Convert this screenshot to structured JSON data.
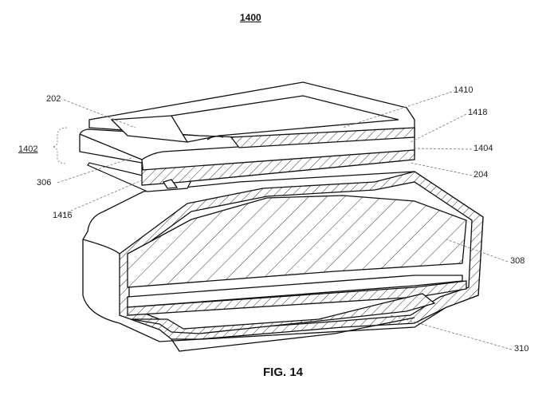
{
  "figure_number": "1400",
  "caption": "FIG. 14",
  "reference_labels": {
    "r202": "202",
    "r1410": "1410",
    "r1418": "1418",
    "r1402": "1402",
    "r1404": "1404",
    "r306": "306",
    "r204": "204",
    "r1416": "1416",
    "r308": "308",
    "r310": "310"
  }
}
